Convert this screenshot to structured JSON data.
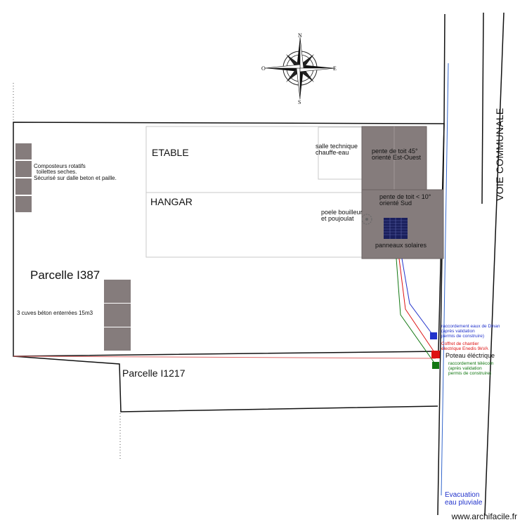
{
  "compass": {
    "north": "N",
    "south": "S",
    "east": "E",
    "west": "O"
  },
  "road": {
    "label": "VOIE COMMUNALE"
  },
  "buildings": {
    "etable": "ETABLE",
    "hangar": "HANGAR",
    "technical_room": [
      "salle technique",
      "chauffe-eau"
    ],
    "roof_45": [
      "pente de toit 45°",
      "orienté Est-Ouest"
    ],
    "roof_10": [
      "pente de toit < 10°",
      "orienté Sud"
    ],
    "stove": [
      "poele bouilleur",
      "et poujoulat"
    ],
    "solar_panels": "panneaux solaires"
  },
  "composteurs": [
    "Composteurs rotatifs",
    "toilettes seches.",
    "Sécurisé sur dalle beton et paille."
  ],
  "parcels": {
    "main": "Parcelle I387",
    "lower": "Parcelle I1217"
  },
  "tanks": "3 cuves béton enterrées 15m3",
  "connections": {
    "water": [
      "raccordement eaux de Dinan",
      "(après validation",
      "permis de construire)"
    ],
    "electric_box": [
      "Coffret de chantier",
      "électrique Enedis 9kVA"
    ],
    "pole": "Poteau éléctrique",
    "telecom": [
      "raccordement télécom",
      "(après validation",
      "permis de construire)"
    ]
  },
  "drainage": [
    "Evacuation",
    "eau pluviale"
  ],
  "footer": "www.archifacile.fr",
  "colors": {
    "roof": "#857c7c",
    "water": "#2233cc",
    "electric": "#dd1111",
    "telecom": "#117711"
  }
}
